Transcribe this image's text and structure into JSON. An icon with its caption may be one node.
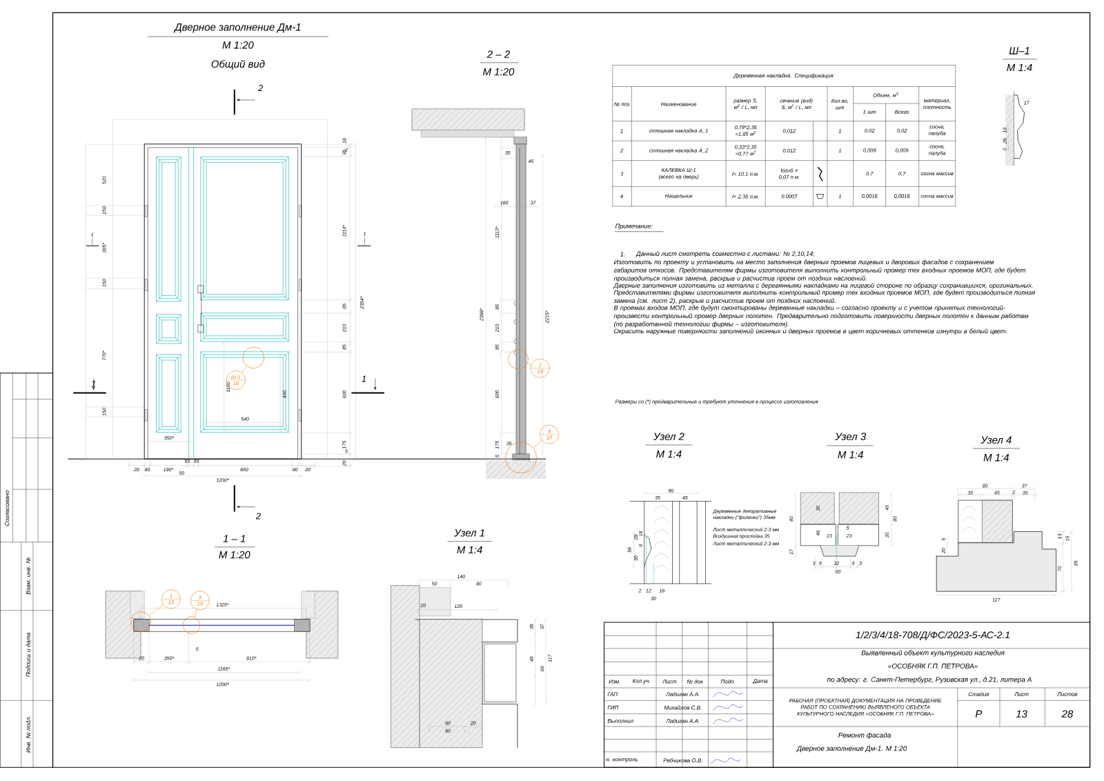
{
  "diagram": {
    "title": "Дверное заполнение Дм-1",
    "nodes": [
      {
        "text": [
          "Ш-1",
          "18"
        ]
      },
      {
        "text": [],
        "shape": "circle"
      },
      {
        "text": [
          "2",
          "18"
        ]
      },
      {
        "text": [],
        "shape": "circle"
      },
      {
        "text": [
          "4",
          "18"
        ]
      },
      {
        "text": [],
        "shape": "circle"
      },
      {
        "text": [
          "1",
          "18"
        ]
      },
      {
        "text": [],
        "shape": "circle"
      },
      {
        "text": [
          "3",
          "18"
        ]
      },
      {
        "text": [],
        "shape": "circle"
      }
    ],
    "edges": [
      {
        "from": 0,
        "to": 1,
        "arrow": "none"
      },
      {
        "from": 2,
        "to": 3,
        "arrow": "none"
      },
      {
        "from": 4,
        "to": 5,
        "arrow": "none"
      },
      {
        "from": 6,
        "to": 7,
        "arrow": "none"
      },
      {
        "from": 8,
        "to": 9,
        "arrow": "none"
      }
    ],
    "labels": [
      "М 1:20",
      "Общий вид",
      "2",
      "2 – 2",
      "М 1:20",
      "Ш–1",
      "М 1:4",
      "17",
      "18",
      "26",
      "5",
      "Деревянная накладка. Спецификация",
      "№ поз",
      "Наименование",
      "размер S, м$^{2}$ / L, мп",
      "сечение (вид) S, м$^{2}$ / L, мп",
      "Кол-во, шт",
      "Объем, м$^{3}$",
      "1 шт",
      "Всего",
      "материал, плотность",
      "1",
      "сплошная накладка А_1",
      "0,79*2,35 =1,85 м$^{2}$",
      "0.012",
      "1",
      "0,02",
      "0,02",
      "сосна, палуба",
      "2",
      "сплошная накладка А_2",
      "0,33*2,35 =0,77 м$^{2}$",
      "0.012",
      "1",
      "0,009",
      "0,009",
      "сосна, палуба",
      "3",
      "КАЛЕВКА Ш-1 (всего на дверь)",
      "l= 10.1 п.м.",
      "lогиб = 0,07 п.м.",
      "0,7",
      "0,7",
      "сосна массив",
      "4",
      "Нащельник",
      "l= 2.35 п.м.",
      "0.0007",
      "1",
      "0,0016",
      "0,0016",
      "сосна массив",
      "Примечание:",
      "1.",
      "Данный лист смотреть совместно с листами: № 2,10,14;",
      "Изготовить по проекту и установить на место заполнения дверных проемов лицевых и дворовых фасадов с сохранением габаритов откосов. Представителям фирмы изготовителя выполнить контрольный промер тех входных проемов МОП, где будет производиться полная замена, раскрыв и расчистив проем от поздних наслоений.",
      "Дверные заполнения изготовить из металла с деревянными накладками на лицевой стороне по образцу сохранившихся, оригинальных.",
      "Представителями фирмы изготовителя выполнить контрольный промер тех входных проемов МОП, где будет производиться полная замена (см. лист 2), раскрыв и расчистив проем от поздних наслоений.",
      "В проемах входов МОП, где будут смонтированы деревянные накладки – согласно проекту и с учетом принятых технологий- произвести контрольный промер дверных полотен. Предварительно подготовить поверхности дверных полотен к данным работам (по разработанной технологии фирмы – изготовителя).",
      "Окрасить наружные поверхности заполнений оконных и дверных проемов в цвет коричневых оттенков изнутри в белый цвет.",
      "Размеры со (*) предварительные и требуют уточнения в процессе изготовления",
      "520",
      "150",
      "385*",
      "150",
      "770*",
      "150",
      "1",
      "18",
      "2",
      "85",
      "1114*",
      "85",
      "210",
      "85",
      "600",
      "175",
      "5",
      "20",
      "2354*",
      "1",
      "20",
      "80",
      "190*",
      "55",
      "55",
      "650",
      "80",
      "20",
      "50",
      "1200*",
      "350*",
      "540",
      "1100",
      "490",
      "1",
      "1",
      "35",
      "45",
      "160",
      "37",
      "1113*",
      "2398*",
      "2215*",
      "85",
      "210",
      "85",
      "600",
      "175",
      "35",
      "5",
      "2",
      "1 – 1",
      "М 1:20",
      "1325*",
      "20",
      "350*",
      "810*",
      "5",
      "1165*",
      "1200*",
      "Узел 1",
      "М 1:4",
      "140",
      "50",
      "90",
      "20",
      "120",
      "35",
      "37",
      "45",
      "60",
      "117",
      "60",
      "20",
      "60",
      "Узел 2",
      "М 1:4",
      "80",
      "35",
      "45",
      "56",
      "28",
      "18",
      "8",
      "30",
      "2",
      "12",
      "18",
      "30",
      "Деревянные декоративные накладки (\"филенки\") 35мм",
      "Лист металлический 2-3 мм",
      "Воздушная прослойка 35",
      "Лист металлический 2-3 мм",
      "Узел 3",
      "М 1:4",
      "35",
      "80",
      "45",
      "45",
      "80",
      "35",
      "5",
      "23",
      "23",
      "17",
      "3",
      "5",
      "32",
      "5",
      "3",
      "50",
      "Узел 4",
      "М 1:4",
      "80",
      "37",
      "35",
      "45",
      "2",
      "35",
      "5",
      "20",
      "13",
      "15",
      "70",
      "85",
      "117",
      "1/2/3/4/18-708/Д/ФС/2023-5-АС-2.1",
      "Выявленный объект культурного наследия",
      "«ОСОБНЯК Г.П. ПЕТРОВА»",
      "по адресу: г. Санкт-Петербург, Рузовская ул., д.21, литера А",
      "Изм.",
      "Кол.уч.",
      "Лист",
      "№ док",
      "Подп.",
      "Дата",
      "ГАП",
      "Ладиган А.А.",
      "ГИП",
      "Михайлов С.В.",
      "Выполнил",
      "Ладиган А.А.",
      "н. контроль",
      "Рябчикова О.В.",
      "РАБОЧАЯ (ПРОЕКТНАЯ) ДОКУМЕНТАЦИЯ НА ПРОВЕДЕНИЕ РАБОТ ПО СОХРАНЕНИЮ ВЫЯВЛЕНОГО ОБЪЕКТА КУЛЬТУРНОГО НАСЛЕДИЯ «ОСОБНЯК Г.П. ПЕТРОВА»",
      "Стадия",
      "Лист",
      "Листов",
      "Р",
      "13",
      "28",
      "Ремонт фасада",
      "Дверное заполнение Дм-1. М 1:20",
      "Согласовано",
      "Взам. инв. №",
      "Подпись и дата",
      "Инв. № подл."
    ]
  }
}
